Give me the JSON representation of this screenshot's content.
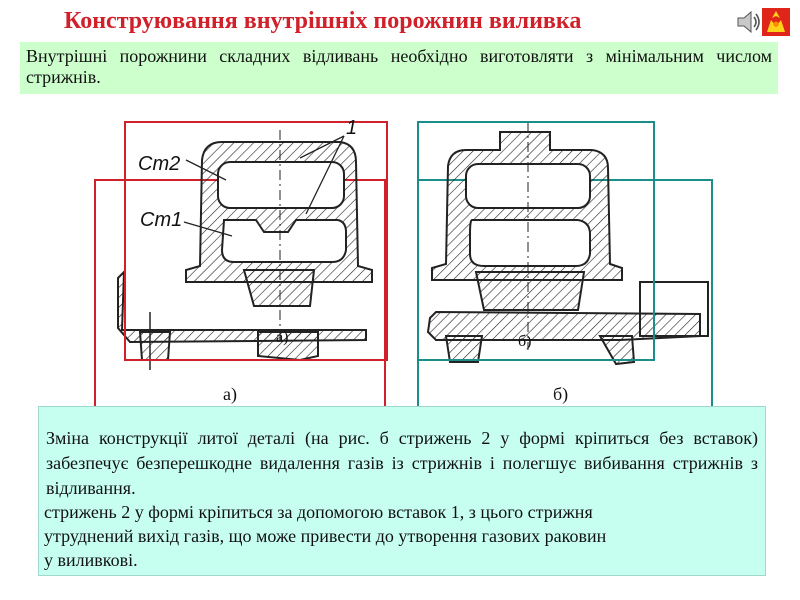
{
  "slide": {
    "title": "Конструювання внутрішніх порожнин виливка",
    "speaker_icon": "speaker-icon",
    "logo_icon": "university-logo-icon",
    "intro": "Внутрішні порожнини складних відливань необхідно виготовляти з мінімальним числом стрижнів."
  },
  "figure": {
    "label_st2": "Ст2",
    "label_st1": "Ст1",
    "label_1": "1",
    "inner_label_a": "а)",
    "inner_label_b": "б)",
    "caption_a": "а)",
    "caption_b": "б)"
  },
  "explanation": {
    "back_line_1": "стрижень 2 у формі кріпиться за допомогою вставок 1, з цього стрижня",
    "back_line_2": "утруднений вихід газів, що може привести до утворення газових раковин",
    "back_line_3": "у виливкові.",
    "front_text": "Зміна конструкції литої деталі (на рис. б стрижень 2 у формі кріпиться без вставок) забезпечує безперешкодне видалення газів із стрижнів і полегшує вибивання стрижнів з відливання."
  },
  "colors": {
    "title": "#d0202a",
    "note_bg": "#ccffcc",
    "frame_red": "#d0202a",
    "frame_teal": "#1a8f8a",
    "box_bg": "#c6fff0"
  }
}
